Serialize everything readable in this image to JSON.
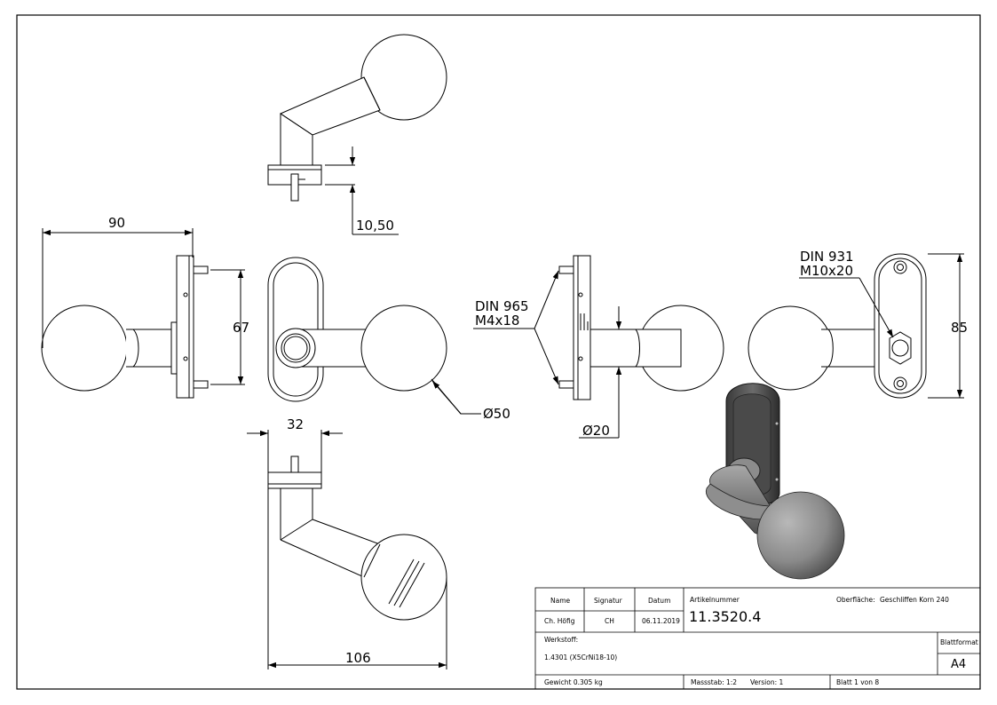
{
  "dimensions": {
    "top_height": "10,50",
    "side_width": "90",
    "plate_height": "67",
    "ball_dia": "Ø50",
    "bottom_width": "32",
    "bottom_length": "106",
    "pin_dia": "Ø20",
    "screw1_line1": "DIN 965",
    "screw1_line2": "M4x18",
    "screw2_line1": "DIN 931",
    "screw2_line2": "M10x20",
    "back_height": "85"
  },
  "title_block": {
    "h_name": "Name",
    "h_signatur": "Signatur",
    "h_datum": "Datum",
    "name": "Ch. Höfig",
    "signatur": "CH",
    "datum": "06.11.2019",
    "artikel_label": "Artikelnummer",
    "artikel_nr": "11.3520.4",
    "oberflaeche_label": "Oberfläche:",
    "oberflaeche": "Geschliffen Korn 240",
    "werkstoff_label": "Werkstoff:",
    "werkstoff": "1.4301 (X5CrNi18-10)",
    "blattformat_label": "Blattformat",
    "blattformat": "A4",
    "gewicht": "Gewicht 0.305 kg",
    "massstab": "Massstab: 1:2",
    "version": "Version: 1",
    "blatt": "Blatt 1 von 8"
  }
}
